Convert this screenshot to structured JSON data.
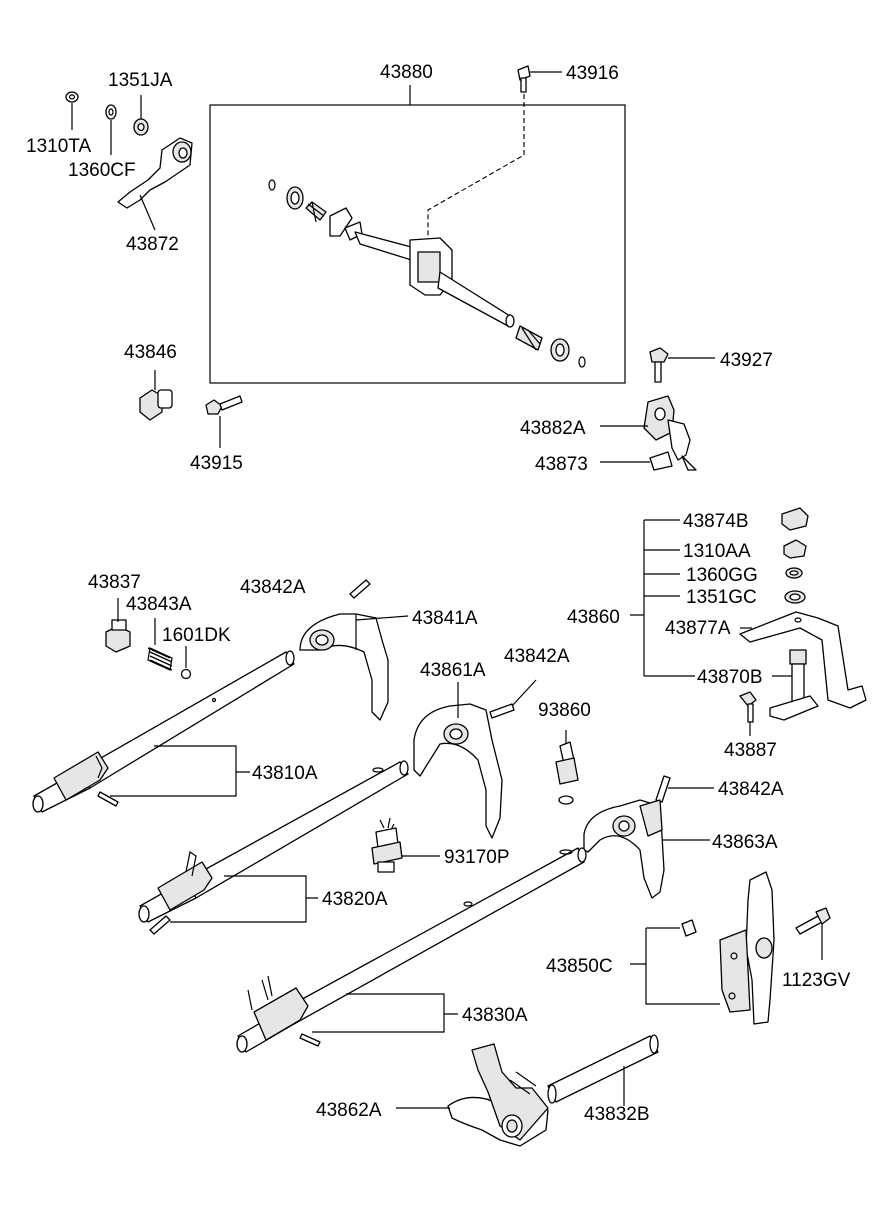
{
  "labels": {
    "p43880": "43880",
    "p43916": "43916",
    "p1351JA": "1351JA",
    "p1310TA": "1310TA",
    "p1360CF": "1360CF",
    "p43872": "43872",
    "p43846": "43846",
    "p43915": "43915",
    "p43927": "43927",
    "p43882A": "43882A",
    "p43873": "43873",
    "p43874B": "43874B",
    "p1310AA": "1310AA",
    "p1360GG": "1360GG",
    "p1351GC": "1351GC",
    "p43860": "43860",
    "p43877A": "43877A",
    "p43870B": "43870B",
    "p43887": "43887",
    "p43837": "43837",
    "p43843A": "43843A",
    "p1601DK": "1601DK",
    "p43842A_1": "43842A",
    "p43841A": "43841A",
    "p43861A": "43861A",
    "p43842A_2": "43842A",
    "p93860": "93860",
    "p43810A": "43810A",
    "p43842A_3": "43842A",
    "p43863A": "43863A",
    "p93170P": "93170P",
    "p43820A": "43820A",
    "p43850C": "43850C",
    "p1123GV": "1123GV",
    "p43830A": "43830A",
    "p43862A": "43862A",
    "p43832B": "43832B"
  }
}
